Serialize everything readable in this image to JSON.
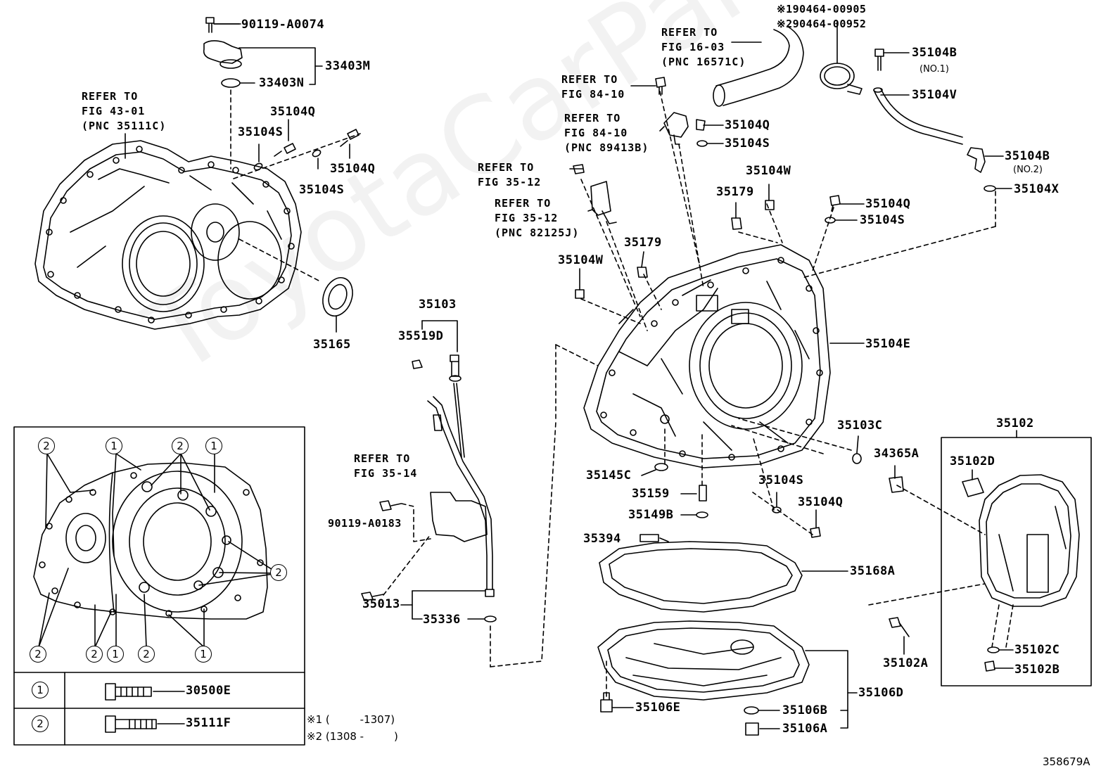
{
  "watermark_text": "ToyotaCarPart.ru",
  "figure_id": "358679A",
  "refs": {
    "ref_43_01": "REFER TO\nFIG 43-01\n(PNC 35111C)",
    "ref_16_03": "REFER TO\nFIG 16-03\n(PNC 16571C)",
    "ref_84_10a": "REFER TO\nFIG 84-10",
    "ref_84_10b": "REFER TO\nFIG 84-10\n(PNC 89413B)",
    "ref_35_12a": "REFER TO\nFIG 35-12",
    "ref_35_12b": "REFER TO\nFIG 35-12\n(PNC 82125J)",
    "ref_35_14": "REFER TO\nFIG 35-14"
  },
  "parts": {
    "p90119_A0074": "90119-A0074",
    "p33403M": "33403M",
    "p33403N": "33403N",
    "p35104Q_a": "35104Q",
    "p35104S_a": "35104S",
    "p35104Q_b": "35104Q",
    "p35104S_b": "35104S",
    "p35165": "35165",
    "p90464_00905": "※190464-00905",
    "p90464_00952": "※290464-00952",
    "p35104B_1": "35104B",
    "no1": "(NO.1)",
    "p35104V": "35104V",
    "p35104Q_c": "35104Q",
    "p35104S_c": "35104S",
    "p35104B_2": "35104B",
    "no2": "(NO.2)",
    "p35104X": "35104X",
    "p35104W_a": "35104W",
    "p35179_a": "35179",
    "p35104Q_d": "35104Q",
    "p35104S_d": "35104S",
    "p35179_b": "35179",
    "p35104W_b": "35104W",
    "p35103": "35103",
    "p35519D": "35519D",
    "p35104E": "35104E",
    "p35103C": "35103C",
    "p35102": "35102",
    "p34365A": "34365A",
    "p35102D": "35102D",
    "p35145C": "35145C",
    "p35159": "35159",
    "p35104S_e": "35104S",
    "p35104Q_e": "35104Q",
    "p35149B": "35149B",
    "p90119_A0183": "90119-A0183",
    "p35394": "35394",
    "p35168A": "35168A",
    "p35013": "35013",
    "p35336": "35336",
    "p35102C": "35102C",
    "p35102A": "35102A",
    "p35102B": "35102B",
    "p35106D": "35106D",
    "p35106E": "35106E",
    "p35106B": "35106B",
    "p35106A": "35106A"
  },
  "inset": {
    "marker_1": "1",
    "marker_2": "2",
    "bolt_1": "30500E",
    "bolt_2": "35111F"
  },
  "notes": {
    "note1": "※1 (         -1307)",
    "note2": "※2 (1308 -         )"
  }
}
